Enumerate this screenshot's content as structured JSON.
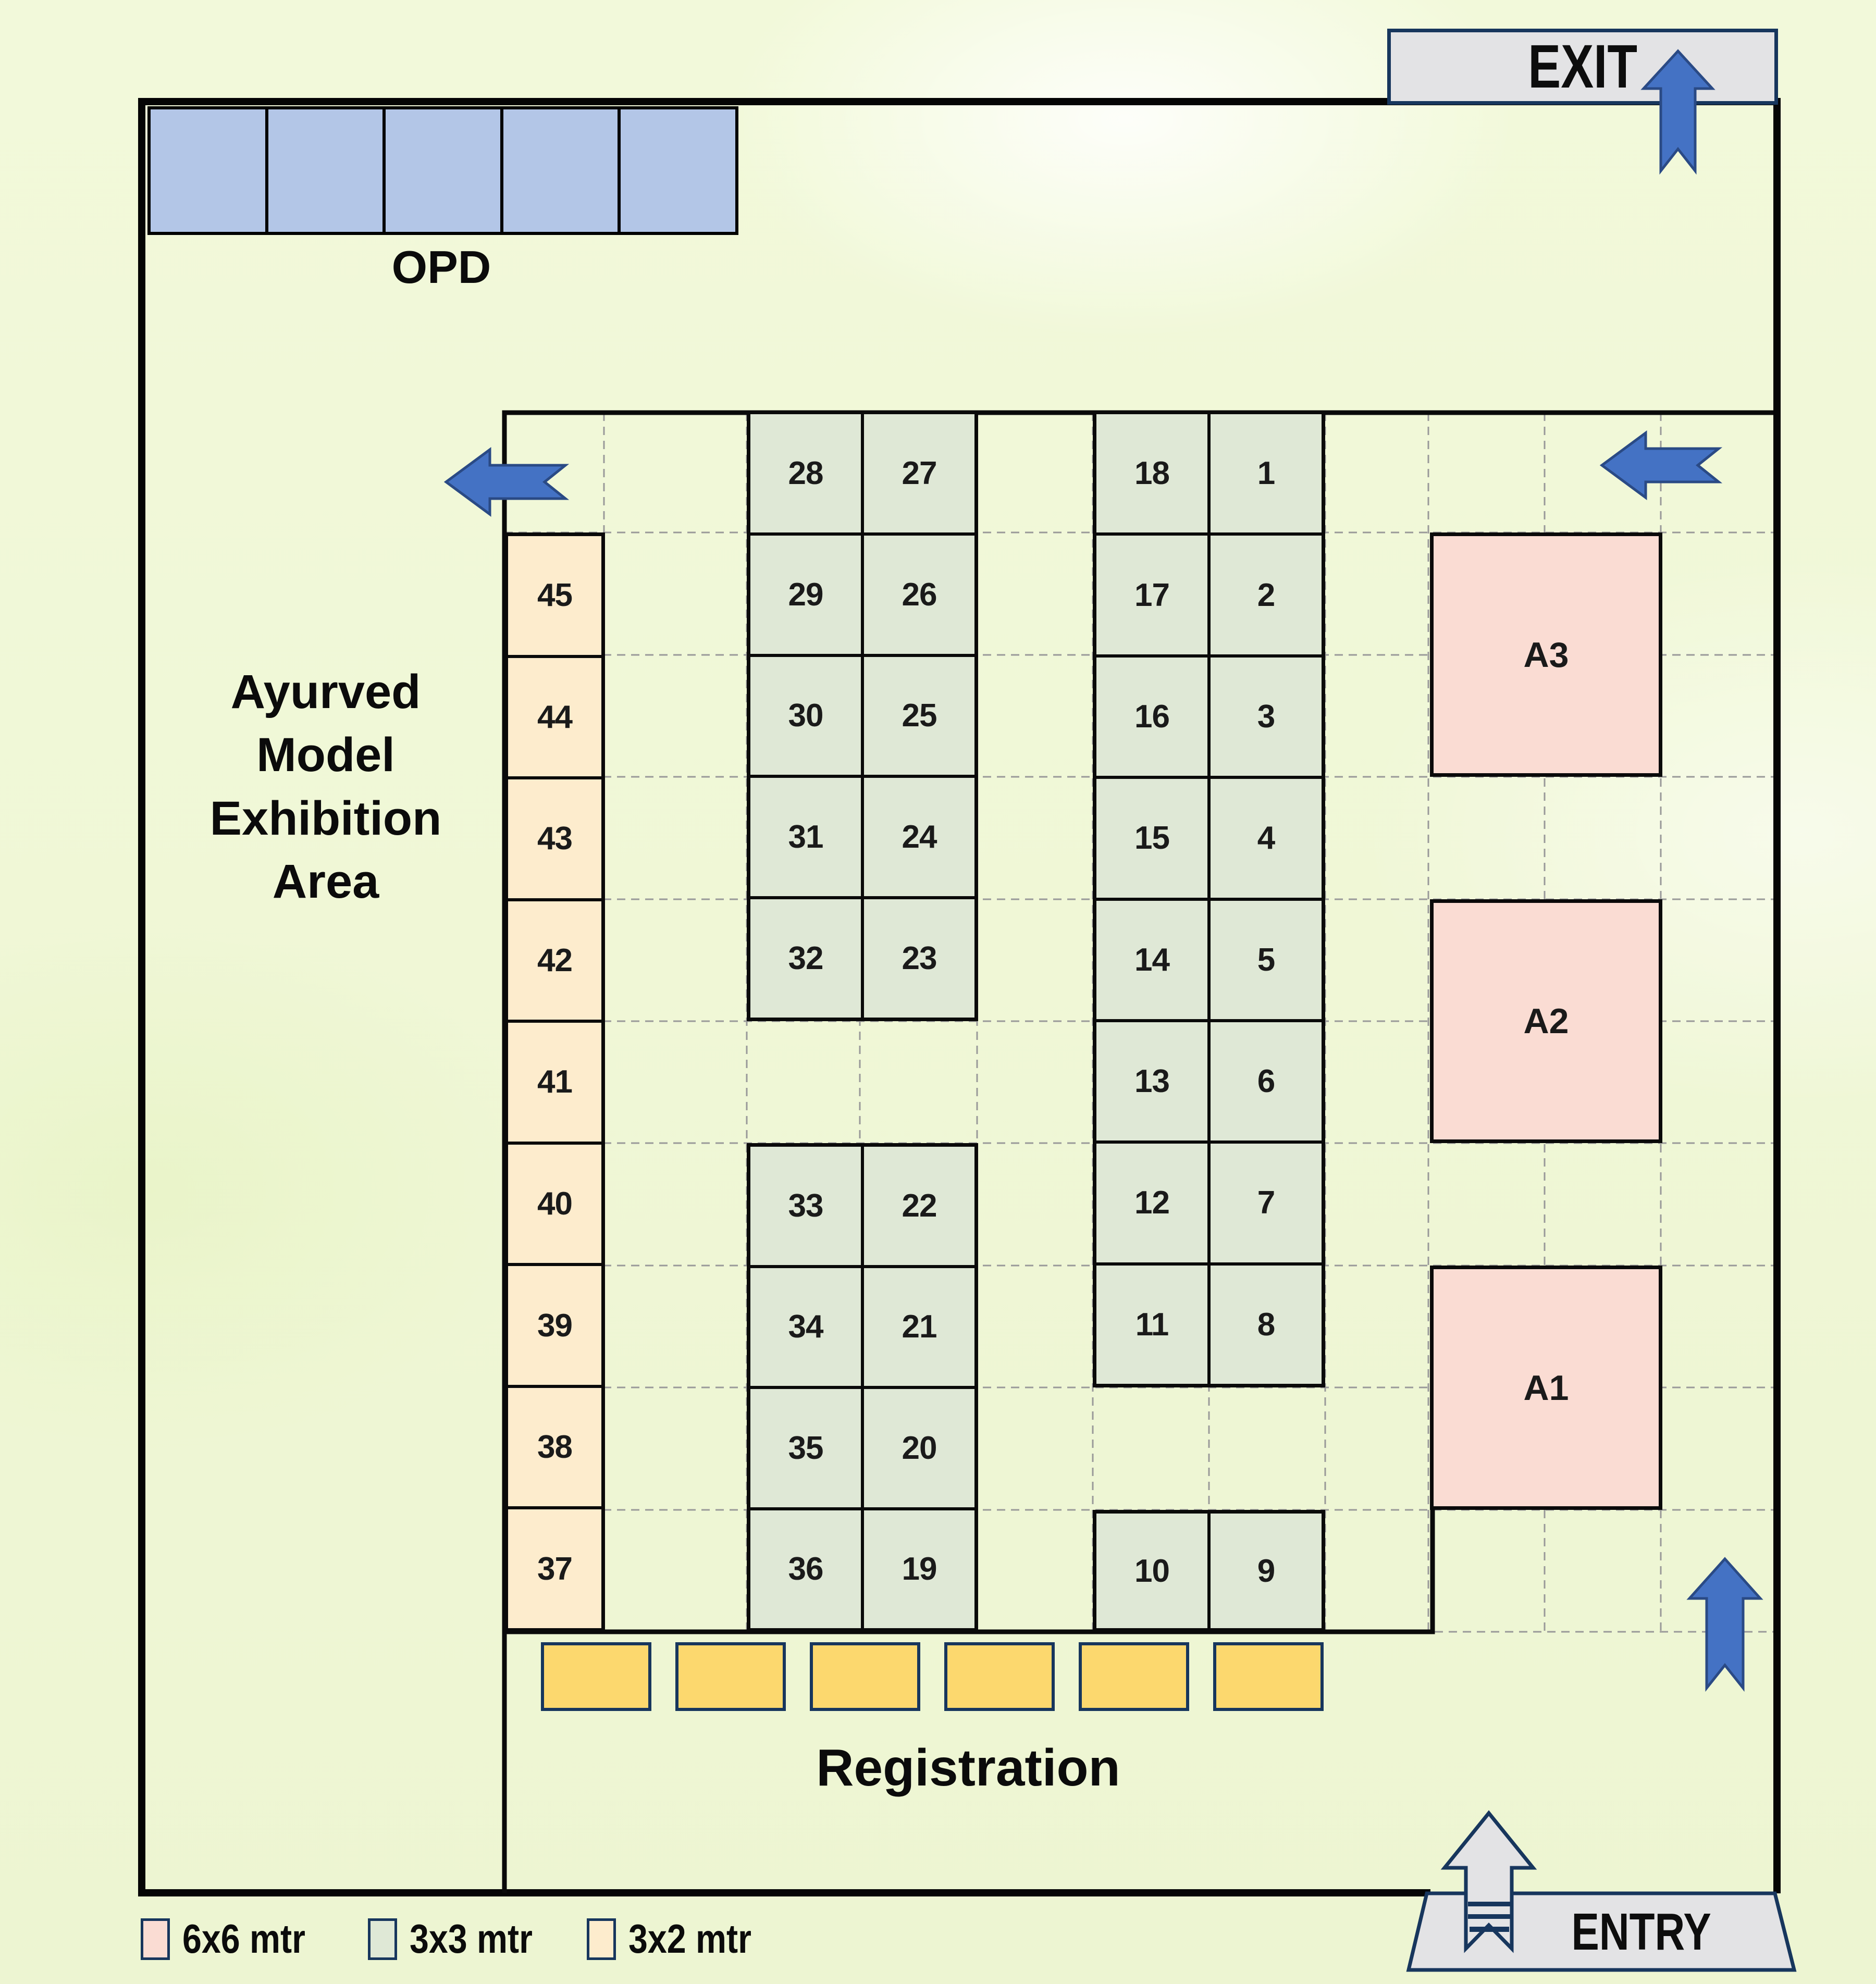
{
  "labels": {
    "opd": "OPD",
    "area_lines": [
      "Ayurved",
      "Model",
      "Exhibition",
      "Area"
    ],
    "registration": "Registration",
    "exit": "EXIT",
    "entry": "ENTRY"
  },
  "opd": {
    "unit_count": 5
  },
  "registration": {
    "desk_count": 6
  },
  "booths": {
    "tan_column": [
      "45",
      "44",
      "43",
      "42",
      "41",
      "40",
      "39",
      "38",
      "37"
    ],
    "block_ab_top": [
      [
        "28",
        "27"
      ],
      [
        "29",
        "26"
      ],
      [
        "30",
        "25"
      ],
      [
        "31",
        "24"
      ],
      [
        "32",
        "23"
      ]
    ],
    "block_ab_bottom": [
      [
        "33",
        "22"
      ],
      [
        "34",
        "21"
      ],
      [
        "35",
        "20"
      ],
      [
        "36",
        "19"
      ]
    ],
    "block_cd_top": [
      [
        "18",
        "1"
      ],
      [
        "17",
        "2"
      ],
      [
        "16",
        "3"
      ],
      [
        "15",
        "4"
      ],
      [
        "14",
        "5"
      ],
      [
        "13",
        "6"
      ],
      [
        "12",
        "7"
      ],
      [
        "11",
        "8"
      ]
    ],
    "block_cd_bottom": [
      [
        "10",
        "9"
      ]
    ],
    "large": [
      "A3",
      "A2",
      "A1"
    ]
  },
  "legend": {
    "items": [
      {
        "label": "6x6 mtr",
        "color": "#fadcd3"
      },
      {
        "label": "3x3 mtr",
        "color": "#dfe8d6"
      },
      {
        "label": "3x2 mtr",
        "color": "#fdeccd"
      }
    ]
  },
  "colors": {
    "booth_green": "#dfe8d6",
    "booth_tan": "#fdeccd",
    "booth_pink": "#fadcd3",
    "opd_blue": "#b3c6e7",
    "desk_gold": "#fcd86e",
    "arrow_blue": "#4472c4",
    "arrow_border": "#2a4a85",
    "sign_gray": "#e3e3e5",
    "sign_border": "#17365d",
    "wall_black": "#0a0a0a",
    "dash_gray": "#999999"
  }
}
